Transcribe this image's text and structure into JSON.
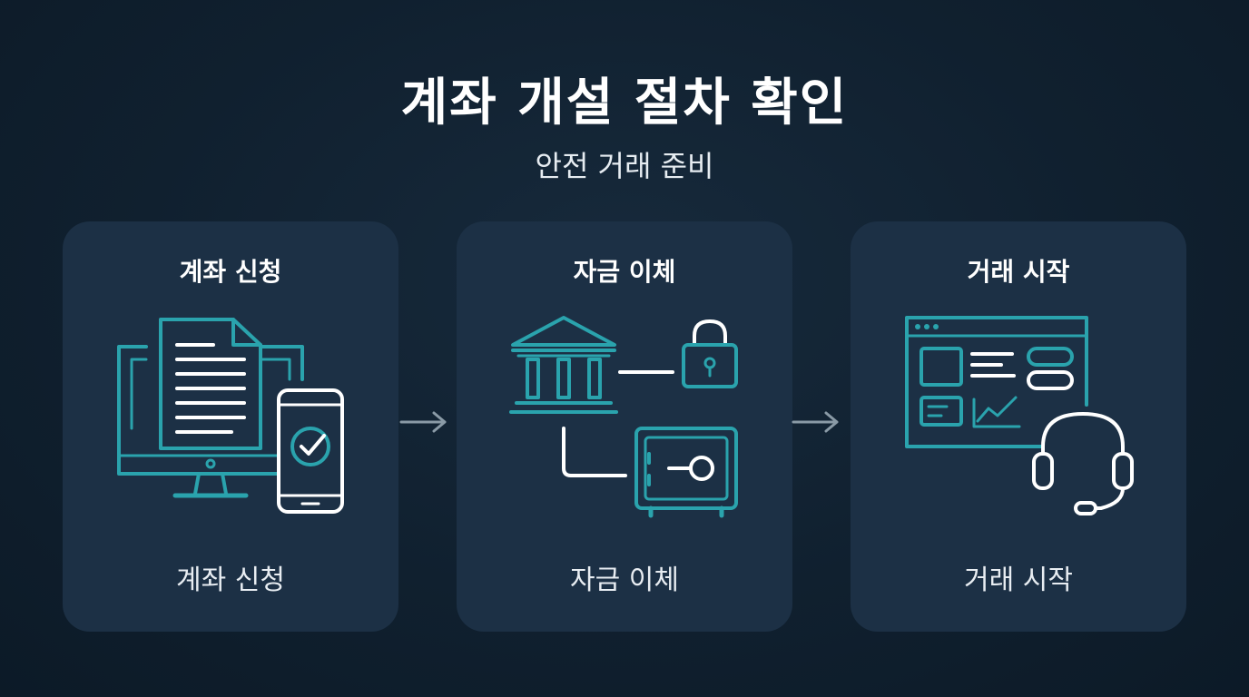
{
  "header": {
    "title": "계좌 개설 절차 확인",
    "subtitle": "안전 거래 준비"
  },
  "colors": {
    "background": "#10202f",
    "card": "#1c3045",
    "teal": "#2aa3ad",
    "white": "#ffffff",
    "arrow": "#8a9aa6"
  },
  "steps": [
    {
      "title": "계좌 신청",
      "caption": "계좌 신청",
      "icon": "computer-phone-document-icon"
    },
    {
      "title": "자금 이체",
      "caption": "자금 이체",
      "icon": "bank-lock-safe-icon"
    },
    {
      "title": "거래 시작",
      "caption": "거래 시작",
      "icon": "dashboard-headset-icon"
    }
  ]
}
